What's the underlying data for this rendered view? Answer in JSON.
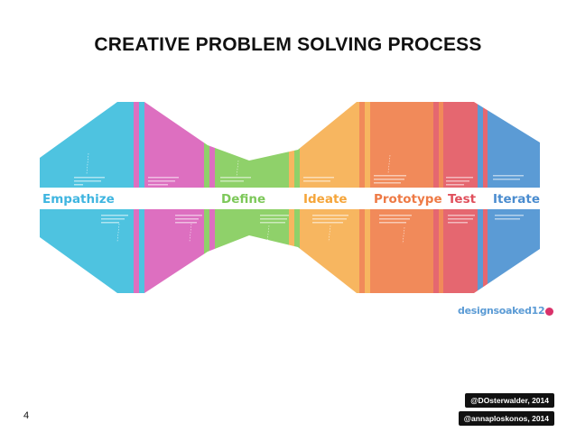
{
  "page": {
    "title": "CREATIVE PROBLEM SOLVING PROCESS",
    "page_number": "4",
    "credits": [
      "@DOsterwalder, 2014",
      "@annaploskonos, 2014"
    ],
    "logo_text": "designsoaked12"
  },
  "stages": [
    {
      "label": "Empathize",
      "color": "#4ec3e0",
      "label_color": "#3fb5e0"
    },
    {
      "label": "Define",
      "color": "#8fd16a",
      "label_color": "#7dc85a"
    },
    {
      "label": "Ideate",
      "color": "#f7b660",
      "label_color": "#f5a53a"
    },
    {
      "label": "Prototype",
      "color": "#f18a5a",
      "label_color": "#ee7a45"
    },
    {
      "label": "Test",
      "color": "#e56770",
      "label_color": "#e0505c"
    },
    {
      "label": "Iterate",
      "color": "#5b9bd5",
      "label_color": "#4a8ccf"
    }
  ],
  "band_colors": {
    "cyan": "#4ec3e0",
    "magenta": "#dd6fc0",
    "green": "#8fd16a",
    "orange": "#f7b660",
    "coral": "#f18a5a",
    "red": "#e56770",
    "blue": "#5b9bd5",
    "center_band": "#ffffff"
  }
}
